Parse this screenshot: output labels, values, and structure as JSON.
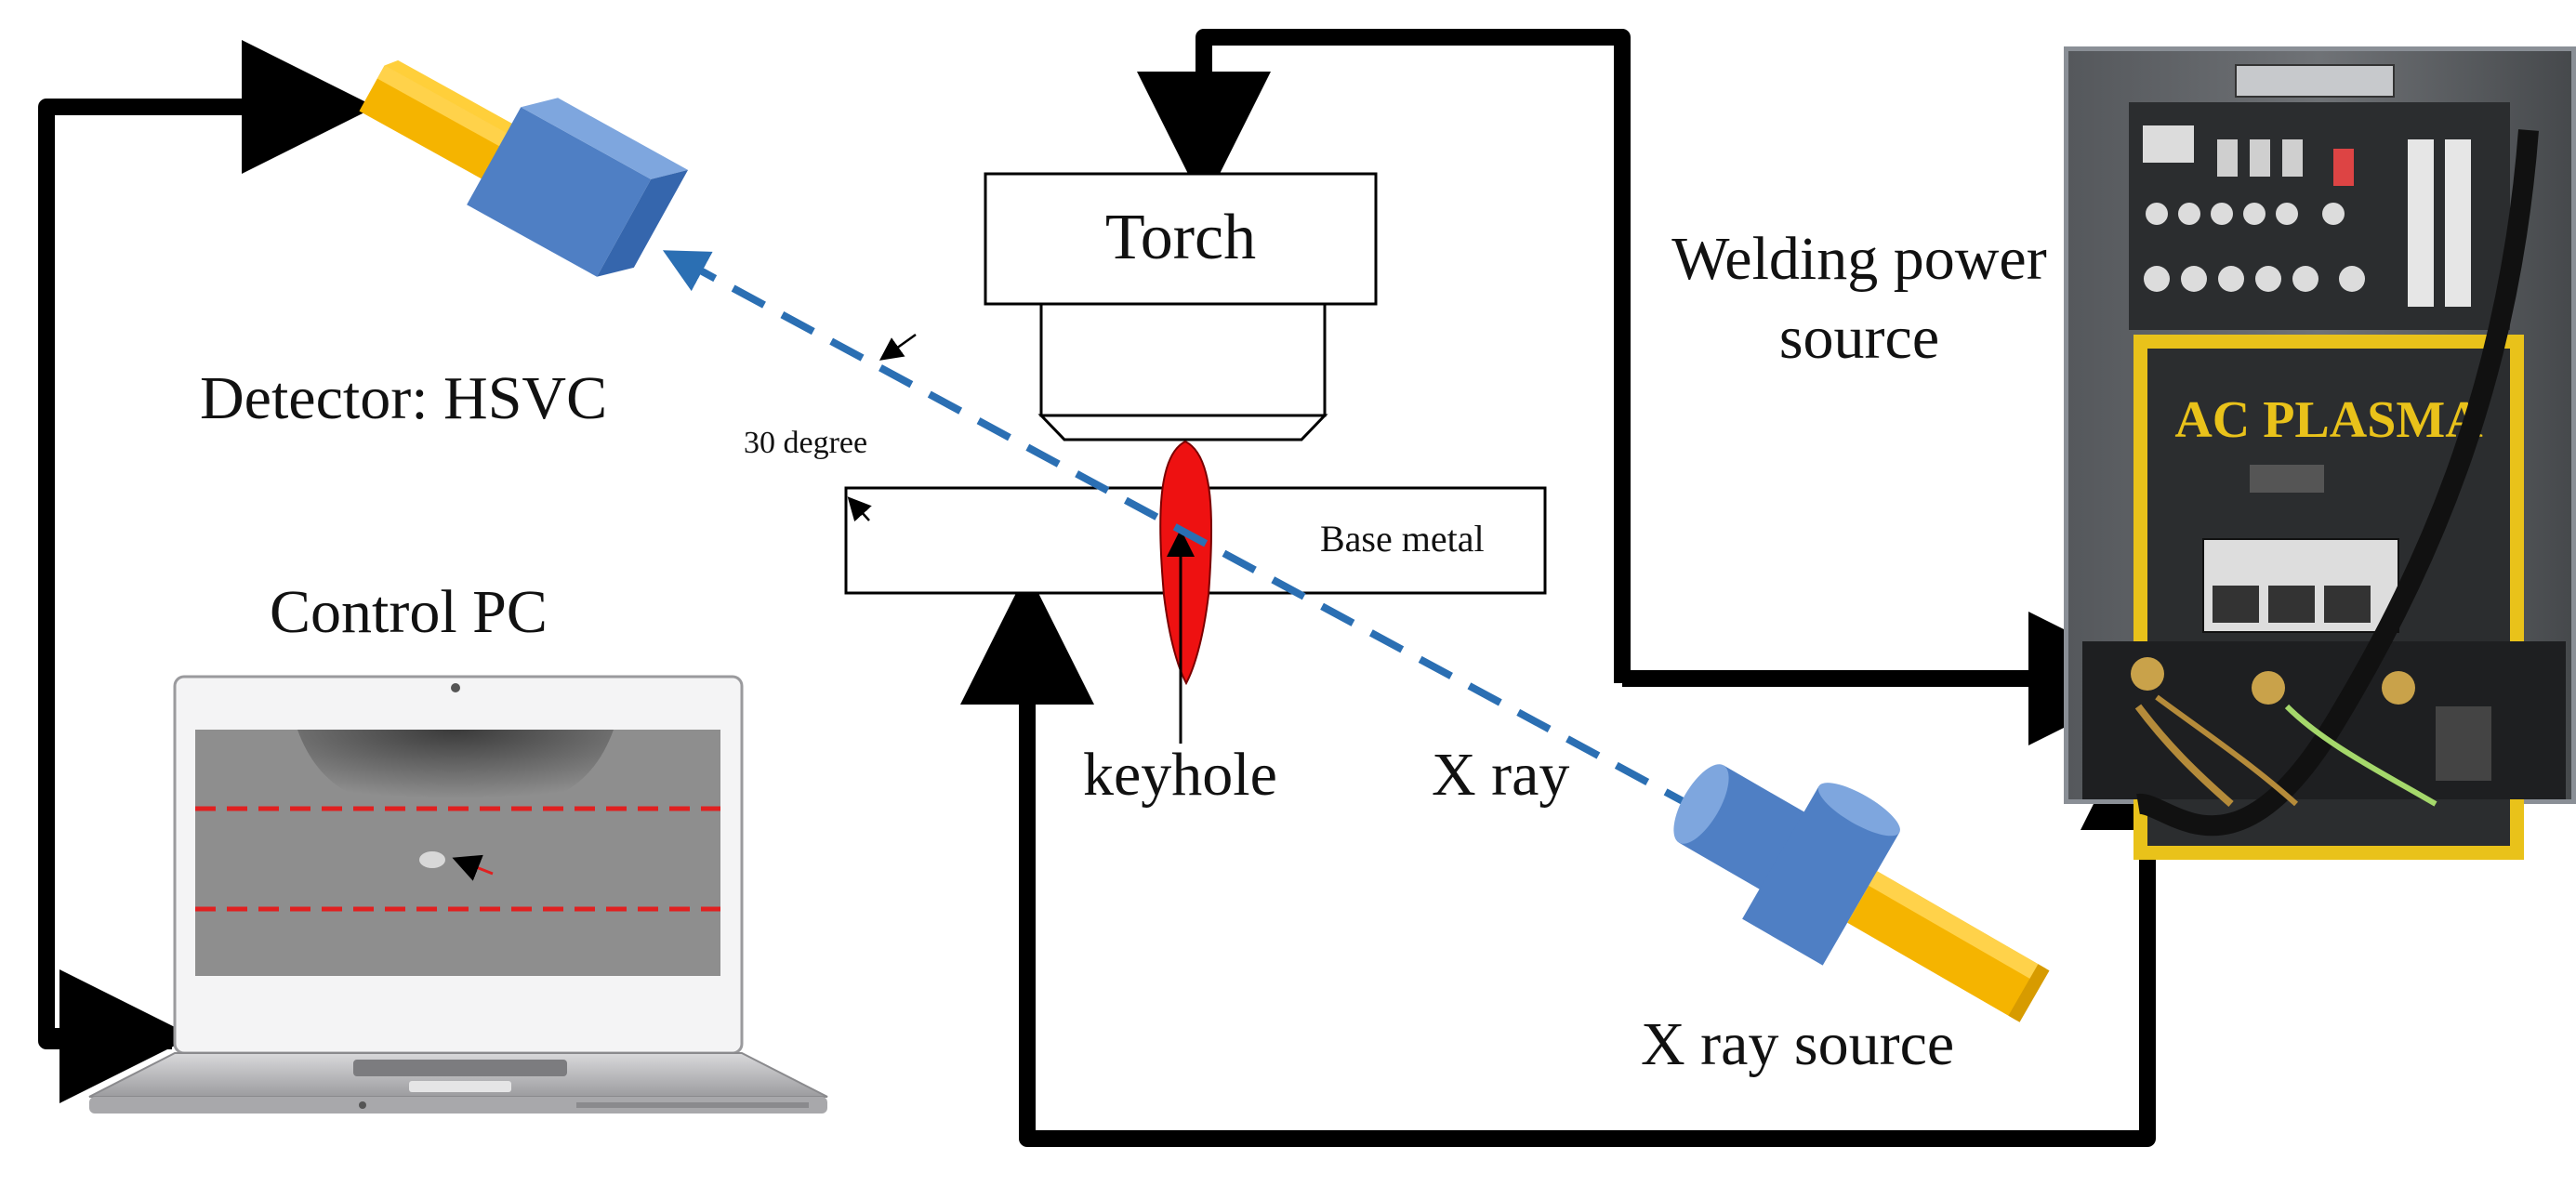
{
  "labels": {
    "detector": "Detector: HSVC",
    "control_pc": "Control PC",
    "torch": "Torch",
    "base_metal": "Base metal",
    "keyhole": "keyhole",
    "xray": "X ray",
    "xray_source": "X ray source",
    "welding_power_line1": "Welding power",
    "welding_power_line2": "source",
    "angle": "30 degree",
    "machine_brand": "AC PLASMA"
  },
  "colors": {
    "wire": "#000000",
    "beam": "#2b6fb3",
    "detector_body": "#4f7fc4",
    "detector_lens": "#f5b400",
    "keyhole": "#ee1111",
    "machine_panel": "#2b2d2f",
    "machine_yellow": "#e9c21a",
    "xray_image_bg": "#8e8e8e",
    "dashed_marker": "#e02020"
  },
  "icons": {
    "detector": "high-speed-camera-icon",
    "xray_source": "xray-tube-icon",
    "laptop": "laptop-icon",
    "machine": "welding-machine-icon"
  }
}
